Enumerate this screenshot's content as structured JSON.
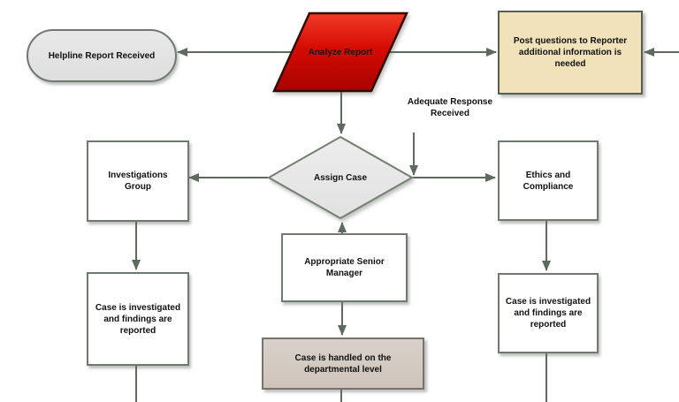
{
  "diagram": {
    "type": "flowchart",
    "nodes": {
      "helpline": {
        "shape": "terminator",
        "label": "Helpline Report Received"
      },
      "analyze": {
        "shape": "parallelogram",
        "label": "Analyze\nReport"
      },
      "post_questions": {
        "shape": "rectangle",
        "label": "Post questions to Reporter\nadditional information is\nneeded"
      },
      "assign_case": {
        "shape": "decision",
        "label": "Assign Case"
      },
      "investigations": {
        "shape": "rectangle",
        "label": "Investigations\nGroup"
      },
      "ethics": {
        "shape": "rectangle",
        "label": "Ethics and\nCompliance"
      },
      "senior_manager": {
        "shape": "rectangle",
        "label": "Appropriate Senior\nManager"
      },
      "case_left": {
        "shape": "rectangle",
        "label": "Case is investigated\nand findings are\nreported"
      },
      "case_right": {
        "shape": "rectangle",
        "label": "Case is investigated\nand findings are\nreported"
      },
      "departmental": {
        "shape": "rectangle",
        "label": "Case is handled on the\ndepartmental level"
      },
      "adequate_response": {
        "shape": "annotation",
        "label": "Adequate Response\nReceived"
      }
    },
    "edges": [
      {
        "from": "analyze",
        "to": "helpline"
      },
      {
        "from": "analyze",
        "to": "post_questions"
      },
      {
        "from": "offscreen_right",
        "to": "post_questions"
      },
      {
        "from": "analyze",
        "to": "assign_case"
      },
      {
        "from": "assign_case",
        "to": "investigations"
      },
      {
        "from": "assign_case",
        "to": "ethics"
      },
      {
        "from": "adequate_response",
        "to": "assign_case"
      },
      {
        "from": "senior_manager",
        "to": "assign_case"
      },
      {
        "from": "investigations",
        "to": "case_left"
      },
      {
        "from": "ethics",
        "to": "case_right"
      },
      {
        "from": "senior_manager",
        "to": "departmental"
      },
      {
        "from": "case_left",
        "to": "offscreen_bottom"
      },
      {
        "from": "departmental",
        "to": "offscreen_bottom"
      },
      {
        "from": "case_right",
        "to": "offscreen_bottom"
      }
    ],
    "colors": {
      "background": "#ffffff",
      "connector": "#5d6a5e",
      "node_border": "#6e7a70",
      "terminator_fill": "#e4e4e4",
      "decision_fill": "#e9e9e9",
      "analyze_fill_top": "#ee2b1b",
      "analyze_fill_bottom": "#a80300",
      "analyze_border": "#330b03",
      "post_fill": "#f1e2ba",
      "post_border": "#575d52",
      "departmental_fill": "#d4cbc3",
      "departmental_border": "#7a716a",
      "text": "#111111"
    }
  }
}
